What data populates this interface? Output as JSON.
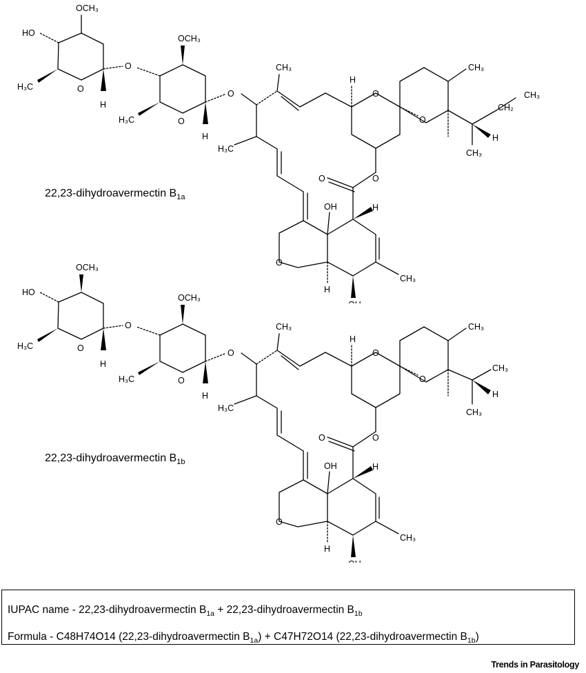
{
  "molecule_a": {
    "caption_text": "22,23-dihydroavermectin B",
    "caption_sub": "1a",
    "labels": {
      "och3_1": "OCH₃",
      "ho": "HO",
      "h3c_1": "H₃C",
      "o_ring1": "O",
      "h_1": "H",
      "o_link1": "O",
      "och3_2": "OCH₃",
      "h3c_2": "H₃C",
      "o_ring2": "O",
      "h_2": "H",
      "o_link2": "O",
      "ch3_top": "CH₃",
      "h3c_3": "H₃C",
      "h_top": "H",
      "o_spiro1": "O",
      "o_spiro2": "O",
      "ch3_right": "CH₃",
      "ch3_ethyl": "CH₃",
      "ch2": "CH₂",
      "h_side": "H",
      "ch3_low": "CH₃",
      "o_ester": "O",
      "o_carbonyl": "O",
      "oh_top": "OH",
      "h_ring": "H",
      "o_furan": "O",
      "ch3_cyc": "CH₃",
      "h_bottom": "H",
      "oh_bottom": "OH"
    }
  },
  "molecule_b": {
    "caption_text": "22,23-dihydroavermectin B",
    "caption_sub": "1b",
    "labels": {
      "och3_1": "OCH₃",
      "ho": "HO",
      "h3c_1": "H₃C",
      "o_ring1": "O",
      "h_1": "H",
      "o_link1": "O",
      "och3_2": "OCH₃",
      "h3c_2": "H₃C",
      "o_ring2": "O",
      "h_2": "H",
      "o_link2": "O",
      "ch3_top": "CH₃",
      "h3c_3": "H₃C",
      "h_top": "H",
      "o_spiro1": "O",
      "o_spiro2": "O",
      "ch3_right": "CH₃",
      "ch3_iso1": "CH₃",
      "h_side": "H",
      "ch3_iso2": "CH₃",
      "o_ester": "O",
      "o_carbonyl": "O",
      "oh_top": "OH",
      "h_ring": "H",
      "o_furan": "O",
      "ch3_cyc": "CH₃",
      "h_bottom": "H",
      "oh_bottom": "OH"
    }
  },
  "info": {
    "iupac_prefix": "IUPAC name - 22,23-dihydroavermectin B",
    "iupac_sub_a": "1a",
    "iupac_mid": " + 22,23-dihydroavermectin B",
    "iupac_sub_b": "1b",
    "formula_prefix": "Formula - C48H74O14 (22,23-dihydroavermectin B",
    "formula_sub_a": "1a",
    "formula_mid": ") + C47H72O14 (22,23-dihydroavermectin B",
    "formula_sub_b": "1b",
    "formula_end": ")"
  },
  "journal": "Trends in Parasitology"
}
